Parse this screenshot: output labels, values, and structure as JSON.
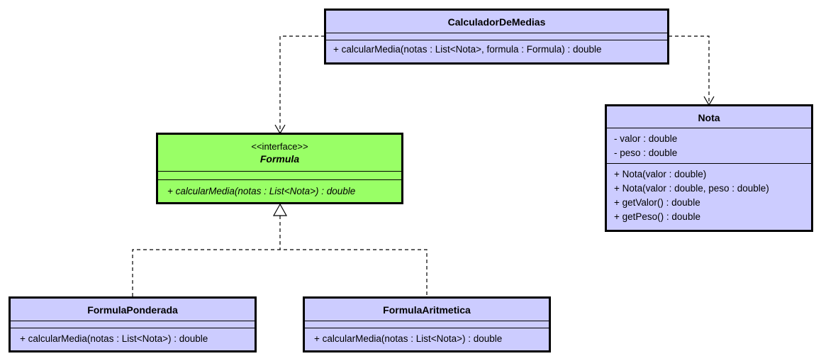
{
  "diagram": {
    "classes": {
      "calculador": {
        "name": "CalculadorDeMedias",
        "attributes": [],
        "operations": [
          "+ calcularMedia(notas : List<Nota>, formula : Formula) : double"
        ]
      },
      "formula": {
        "stereotype": "<<interface>>",
        "name": "Formula",
        "attributes": [],
        "operations": [
          "+ calcularMedia(notas : List<Nota>) : double"
        ]
      },
      "nota": {
        "name": "Nota",
        "attributes": [
          "- valor : double",
          "- peso : double"
        ],
        "operations": [
          "+ Nota(valor : double)",
          "+ Nota(valor : double, peso : double)",
          "+ getValor() : double",
          "+ getPeso() : double"
        ]
      },
      "ponderada": {
        "name": "FormulaPonderada",
        "attributes": [],
        "operations": [
          "+ calcularMedia(notas : List<Nota>) : double"
        ]
      },
      "aritmetica": {
        "name": "FormulaAritmetica",
        "attributes": [],
        "operations": [
          "+ calcularMedia(notas : List<Nota>) : double"
        ]
      }
    },
    "relations": [
      {
        "from": "calculador",
        "to": "formula",
        "kind": "dependency"
      },
      {
        "from": "calculador",
        "to": "nota",
        "kind": "dependency"
      },
      {
        "from": "ponderada",
        "to": "formula",
        "kind": "realization"
      },
      {
        "from": "aritmetica",
        "to": "formula",
        "kind": "realization"
      }
    ],
    "colors": {
      "class_fill": "#ccccff",
      "interface_fill": "#99ff66",
      "line": "#000000"
    }
  }
}
